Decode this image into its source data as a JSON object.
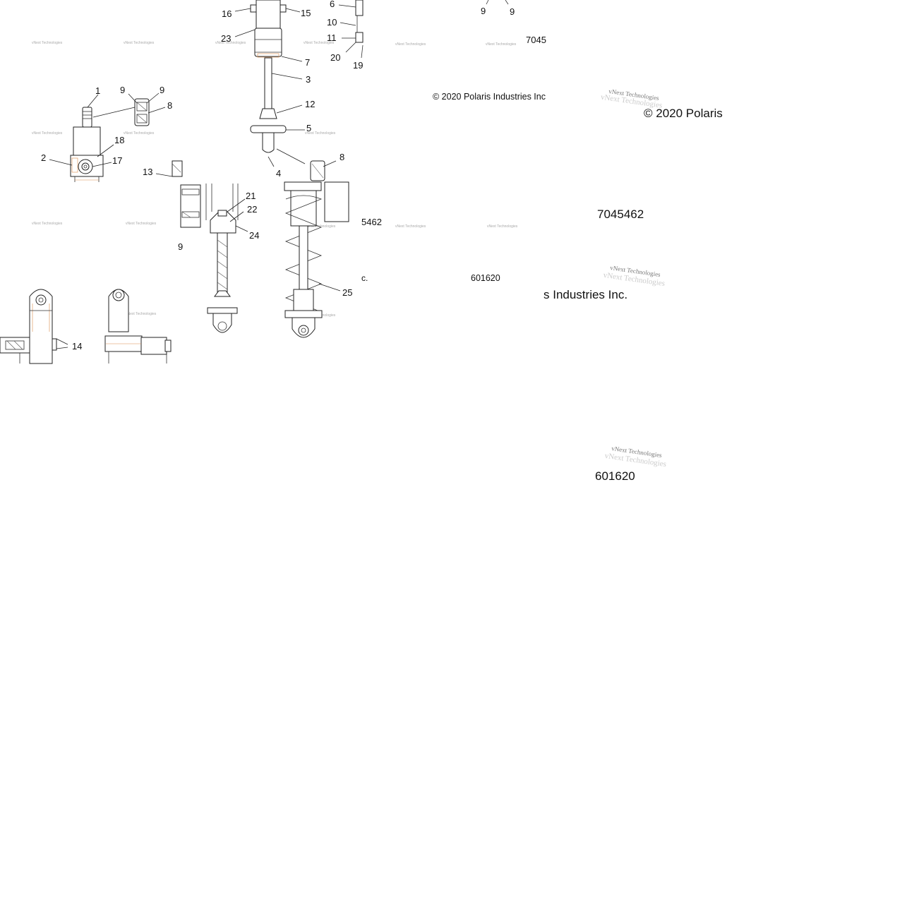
{
  "callouts": {
    "c1": "1",
    "c2": "2",
    "c3": "3",
    "c4": "4",
    "c5": "5",
    "c6": "6",
    "c7": "7",
    "c8": "8",
    "c8b": "8",
    "c9a": "9",
    "c9b": "9",
    "c9c": "9",
    "c9d": "9",
    "c9e": "9",
    "c10": "10",
    "c11": "11",
    "c12": "12",
    "c13": "13",
    "c14": "14",
    "c15": "15",
    "c16": "16",
    "c17": "17",
    "c18": "18",
    "c19": "19",
    "c20": "20",
    "c21": "21",
    "c22": "22",
    "c23": "23",
    "c24": "24",
    "c25": "25"
  },
  "credits": {
    "copyright_small": "© 2020 Polaris Industries Inc",
    "copyright_large": "© 2020 Polaris",
    "part_number_small": "7045",
    "part_number_mid": "5462",
    "part_number_large": "7045462",
    "industries_fragment": "s Industries Inc.",
    "inc_fragment": "c.",
    "code_small": "601620",
    "code_large": "601620"
  },
  "watermarks": {
    "text": "vNext Technologies"
  }
}
